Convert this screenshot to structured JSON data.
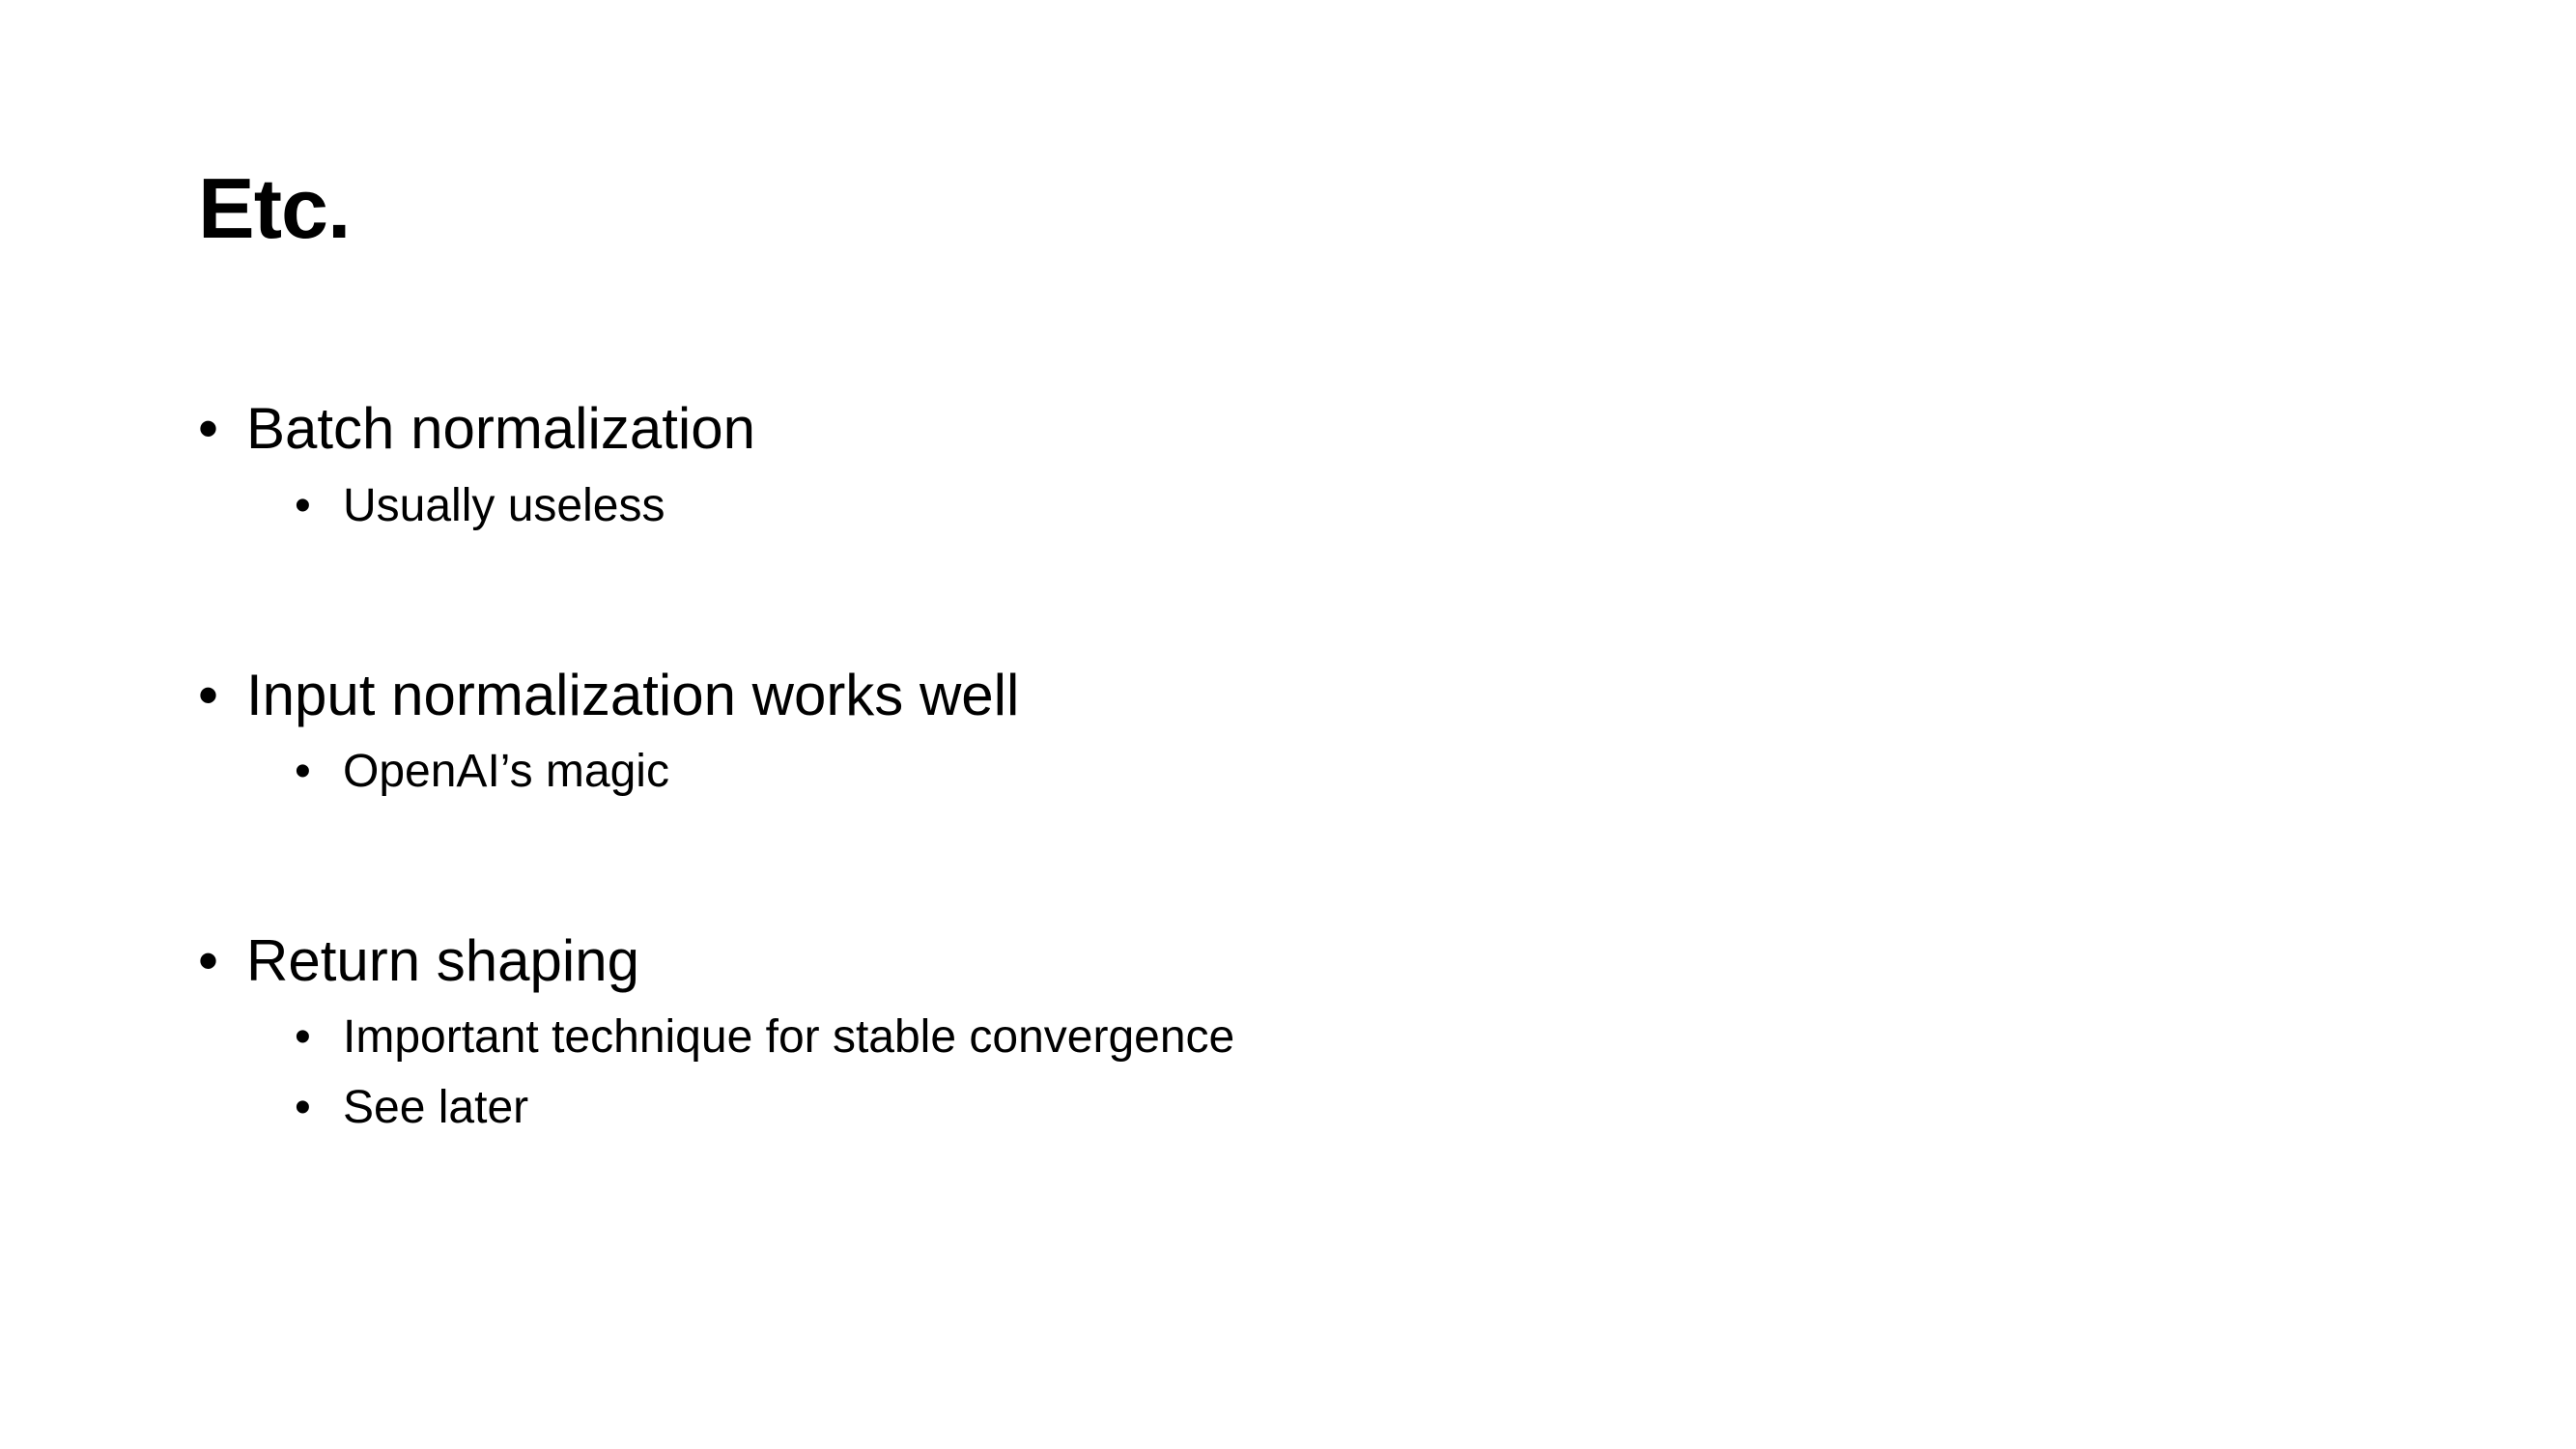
{
  "slide": {
    "title": "Etc.",
    "bullet_glyph": "•",
    "items": [
      {
        "text": "Batch normalization",
        "subitems": [
          "Usually useless"
        ]
      },
      {
        "text": "Input normalization works well",
        "subitems": [
          "OpenAI’s magic"
        ]
      },
      {
        "text": "Return shaping",
        "subitems": [
          "Important technique for stable convergence",
          "See later"
        ]
      }
    ]
  }
}
